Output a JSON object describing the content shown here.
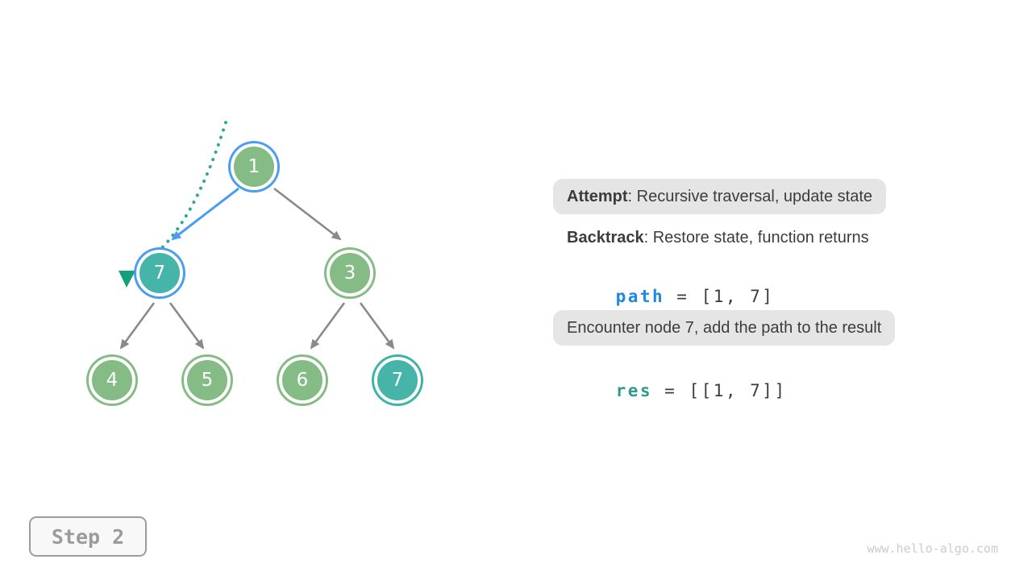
{
  "figure": {
    "description": "Binary tree backtracking visualization, preorder traversal step",
    "step_badge": {
      "label": "Step 2"
    },
    "watermark": {
      "text": "www.hello-algo.com",
      "color": "#CCCCCC"
    }
  },
  "tree": {
    "nodes": [
      {
        "id": "1",
        "label": "1",
        "fill": "#85BB84",
        "ring": "#4B9CF3",
        "state": "visited-on-path"
      },
      {
        "id": "7L",
        "label": "7",
        "fill": "#46B4A9",
        "ring": "#4B9CF3",
        "state": "current-on-path"
      },
      {
        "id": "3",
        "label": "3",
        "fill": "#85BB84",
        "ring": "#85BB84",
        "state": "unvisited"
      },
      {
        "id": "4",
        "label": "4",
        "fill": "#85BB84",
        "ring": "#85BB84",
        "state": "unvisited"
      },
      {
        "id": "5",
        "label": "5",
        "fill": "#85BB84",
        "ring": "#85BB84",
        "state": "unvisited"
      },
      {
        "id": "6",
        "label": "6",
        "fill": "#85BB84",
        "ring": "#85BB84",
        "state": "unvisited"
      },
      {
        "id": "7R",
        "label": "7",
        "fill": "#46B4A9",
        "ring": "#3FB3A7",
        "state": "target-value"
      }
    ],
    "edges": [
      {
        "from": "1",
        "to": "7L",
        "color": "#4B9CF3",
        "highlight": true
      },
      {
        "from": "1",
        "to": "3",
        "color": "#8A8A8A",
        "highlight": false
      },
      {
        "from": "7L",
        "to": "4",
        "color": "#8A8A8A",
        "highlight": false
      },
      {
        "from": "7L",
        "to": "5",
        "color": "#8A8A8A",
        "highlight": false
      },
      {
        "from": "3",
        "to": "6",
        "color": "#8A8A8A",
        "highlight": false
      },
      {
        "from": "3",
        "to": "7R",
        "color": "#8A8A8A",
        "highlight": false
      }
    ],
    "trace": {
      "dotted_color": "#2BAA8E",
      "arrow_color": "#12A17B",
      "meaning": "traversal direction toward node 7"
    }
  },
  "panel": {
    "attempt": {
      "term": "Attempt",
      "rest": ": Recursive traversal, update state"
    },
    "backtrack": {
      "term": "Backtrack",
      "rest": ": Restore state, function returns"
    },
    "path_line": {
      "var": "path",
      "value": " = [1, 7]",
      "var_color": "#1E88E5"
    },
    "encounter": {
      "text": "Encounter node 7, add the path to the result"
    },
    "res_line": {
      "var": "res",
      "value": " = [[1, 7]]",
      "var_color": "#2F9C8C"
    }
  }
}
